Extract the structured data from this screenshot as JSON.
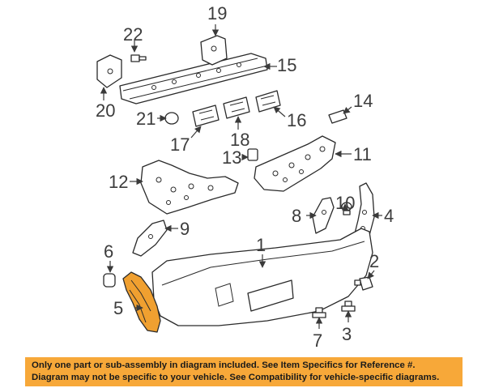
{
  "callouts": {
    "c1": "1",
    "c2": "2",
    "c3": "3",
    "c4": "4",
    "c5": "5",
    "c6": "6",
    "c7": "7",
    "c8": "8",
    "c9": "9",
    "c10": "10",
    "c11": "11",
    "c12": "12",
    "c13": "13",
    "c14": "14",
    "c15": "15",
    "c16": "16",
    "c17": "17",
    "c18": "18",
    "c19": "19",
    "c20": "20",
    "c21": "21",
    "c22": "22"
  },
  "highlight_color": "#f0a030",
  "banner_color": "#f7a839",
  "disclaimer": {
    "line1": "Only one part or sub-assembly in diagram included. See Item Specifics for Reference #.",
    "line2": "Diagram may not be specific to your vehicle. See Compatibility for vehicle-specific diagrams."
  }
}
